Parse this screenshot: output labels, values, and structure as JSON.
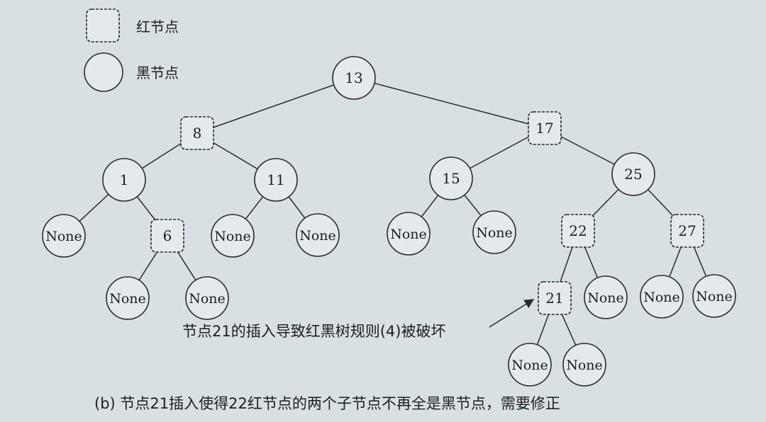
{
  "legend": {
    "red_label": "红节点",
    "black_label": "黑节点"
  },
  "colors": {
    "background": "#d9e0e4",
    "node_fill": "#e4e9ec",
    "stroke": "#2b2b2b"
  },
  "tree": {
    "nodes": [
      {
        "id": "n13",
        "label": "13",
        "color": "black"
      },
      {
        "id": "n8",
        "label": "8",
        "color": "red"
      },
      {
        "id": "n17",
        "label": "17",
        "color": "red"
      },
      {
        "id": "n1",
        "label": "1",
        "color": "black"
      },
      {
        "id": "n11",
        "label": "11",
        "color": "black"
      },
      {
        "id": "n15",
        "label": "15",
        "color": "black"
      },
      {
        "id": "n25",
        "label": "25",
        "color": "black"
      },
      {
        "id": "nl1",
        "label": "None",
        "color": "black"
      },
      {
        "id": "n6",
        "label": "6",
        "color": "red"
      },
      {
        "id": "nl11a",
        "label": "None",
        "color": "black"
      },
      {
        "id": "nl11b",
        "label": "None",
        "color": "black"
      },
      {
        "id": "nl15a",
        "label": "None",
        "color": "black"
      },
      {
        "id": "nl15b",
        "label": "None",
        "color": "black"
      },
      {
        "id": "n22",
        "label": "22",
        "color": "red"
      },
      {
        "id": "n27",
        "label": "27",
        "color": "red"
      },
      {
        "id": "nl6a",
        "label": "None",
        "color": "black"
      },
      {
        "id": "nl6b",
        "label": "None",
        "color": "black"
      },
      {
        "id": "n21",
        "label": "21",
        "color": "red"
      },
      {
        "id": "nl22",
        "label": "None",
        "color": "black"
      },
      {
        "id": "nl27a",
        "label": "None",
        "color": "black"
      },
      {
        "id": "nl27b",
        "label": "None",
        "color": "black"
      },
      {
        "id": "nl21a",
        "label": "None",
        "color": "black"
      },
      {
        "id": "nl21b",
        "label": "None",
        "color": "black"
      }
    ],
    "edges": [
      [
        "n13",
        "n8"
      ],
      [
        "n13",
        "n17"
      ],
      [
        "n8",
        "n1"
      ],
      [
        "n8",
        "n11"
      ],
      [
        "n17",
        "n15"
      ],
      [
        "n17",
        "n25"
      ],
      [
        "n1",
        "nl1"
      ],
      [
        "n1",
        "n6"
      ],
      [
        "n11",
        "nl11a"
      ],
      [
        "n11",
        "nl11b"
      ],
      [
        "n15",
        "nl15a"
      ],
      [
        "n15",
        "nl15b"
      ],
      [
        "n25",
        "n22"
      ],
      [
        "n25",
        "n27"
      ],
      [
        "n6",
        "nl6a"
      ],
      [
        "n6",
        "nl6b"
      ],
      [
        "n22",
        "n21"
      ],
      [
        "n22",
        "nl22"
      ],
      [
        "n27",
        "nl27a"
      ],
      [
        "n27",
        "nl27b"
      ],
      [
        "n21",
        "nl21a"
      ],
      [
        "n21",
        "nl21b"
      ]
    ]
  },
  "annotation": "节点21的插入导致红黑树规则(4)被破坏",
  "caption": "(b) 节点21插入使得22红节点的两个子节点不再全是黑节点，需要修正"
}
